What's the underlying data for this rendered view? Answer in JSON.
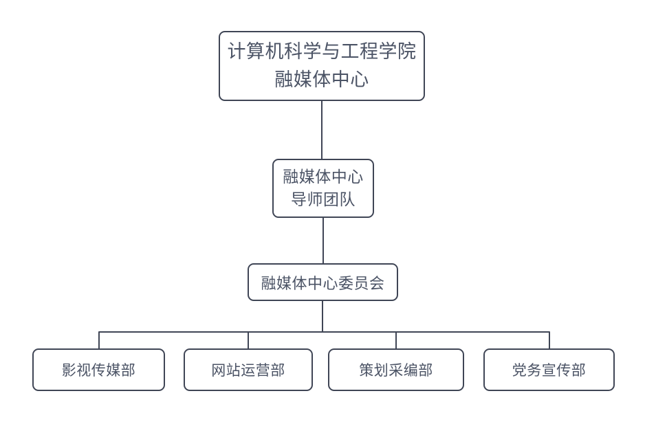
{
  "diagram": {
    "type": "org-chart",
    "nodes": {
      "root": {
        "line1": "计算机科学与工程学院",
        "line2": "融媒体中心"
      },
      "mentor_team": {
        "line1": "融媒体中心",
        "line2": "导师团队"
      },
      "committee": {
        "label": "融媒体中心委员会"
      },
      "departments": [
        {
          "label": "影视传媒部"
        },
        {
          "label": "网站运营部"
        },
        {
          "label": "策划采编部"
        },
        {
          "label": "党务宣传部"
        }
      ]
    },
    "colors": {
      "line": "#3f4555",
      "text": "#4b5365",
      "background": "#ffffff"
    }
  }
}
